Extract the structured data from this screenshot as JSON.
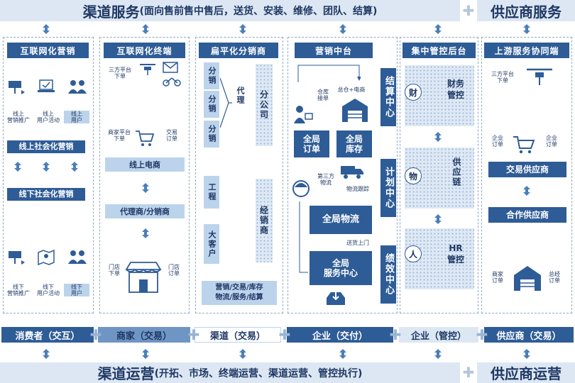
{
  "header": {
    "channel_service": "渠道服务",
    "channel_service_detail": "(面向售前售中售后，送货、安装、维修、团队、结算)",
    "supplier_service": "供应商服务"
  },
  "footer": {
    "channel_ops": "渠道运营",
    "channel_ops_detail": "(开拓、市场、终端运营、渠道运营、管控执行)",
    "supplier_ops": "供应商运营"
  },
  "columns": [
    {
      "title": "互联网化营销"
    },
    {
      "title": "互联网化终端"
    },
    {
      "title": "扁平化分销商"
    },
    {
      "title": "营销中台"
    },
    {
      "title": "集中管控后台"
    },
    {
      "title": "上游服务协同端"
    }
  ],
  "col1": {
    "lbl_online_promo": "线上\n营销推广",
    "lbl_online_activity": "线上\n用户活动",
    "lbl_online_user": "线上\n用户",
    "box_online": "线上社会化营销",
    "box_offline": "线下社会化营销",
    "lbl_offline_promo": "线下\n营销推广",
    "lbl_offline_activity": "线下\n用户活动",
    "lbl_offline_user": "线下\n用户"
  },
  "col2": {
    "lbl_third_order": "三方平台\n下单",
    "lbl_merchant_order": "商家平台\n下单",
    "lbl_trade_order": "交易\n订单",
    "box_online_retail": "线上电商",
    "box_agent": "代理商/分销商",
    "lbl_store_order": "门店\n下单",
    "lbl_store_order2": "门店\n订单"
  },
  "col3": {
    "fenxiao1": "分销",
    "fenxiao2": "分销",
    "fenxiao3": "分销",
    "daili": "代理",
    "fengongsi": "分公司",
    "gongcheng": "工程",
    "dakehu": "大客户",
    "jingxiaoshang": "经销商",
    "bottom_line1": "营销/交易/库存",
    "bottom_line2": "物流/服务/结算"
  },
  "col4": {
    "lbl_warehouse": "仓库\n接单",
    "lbl_chain": "总仓+电商",
    "box_order": "全局\n订单",
    "box_stock": "全局\n库存",
    "lbl_third_logistics": "第三方\n物流",
    "lbl_logistics_track": "物流跟踪",
    "box_logistics": "全局物流",
    "lbl_door": "送货上门",
    "box_service": "全局\n服务中心",
    "side_settle": "结算中心",
    "side_plan": "计划中心",
    "side_perf": "绩效中心"
  },
  "col5": {
    "c_cai": "财",
    "t_cai": "财务\n管控",
    "c_wu": "物",
    "t_wu": "供应链",
    "c_ren": "人",
    "t_ren": "HR\n管控"
  },
  "col6": {
    "lbl_third_order": "三方平台\n下单",
    "lbl_enterprise_order": "企业\n订单",
    "lbl_enterprise_order2": "企业\n订单",
    "box_trade": "交易供应商",
    "box_coop": "合作供应商",
    "lbl_merchant_order": "商家\n订单",
    "lbl_general_order": "总经\n订单"
  },
  "midbars": {
    "consumer": "消费者（交互）",
    "merchant": "商家（交易）",
    "channel": "渠道（交易）",
    "enterprise_pay": "企业（交付）",
    "enterprise_ctrl": "企业（管控）",
    "supplier": "供应商（交易）"
  },
  "colors": {
    "dark_blue": "#2e5c96",
    "light_blue": "#bcd3ec",
    "pale_blue": "#dce7f3",
    "text_navy": "#1f3864"
  }
}
